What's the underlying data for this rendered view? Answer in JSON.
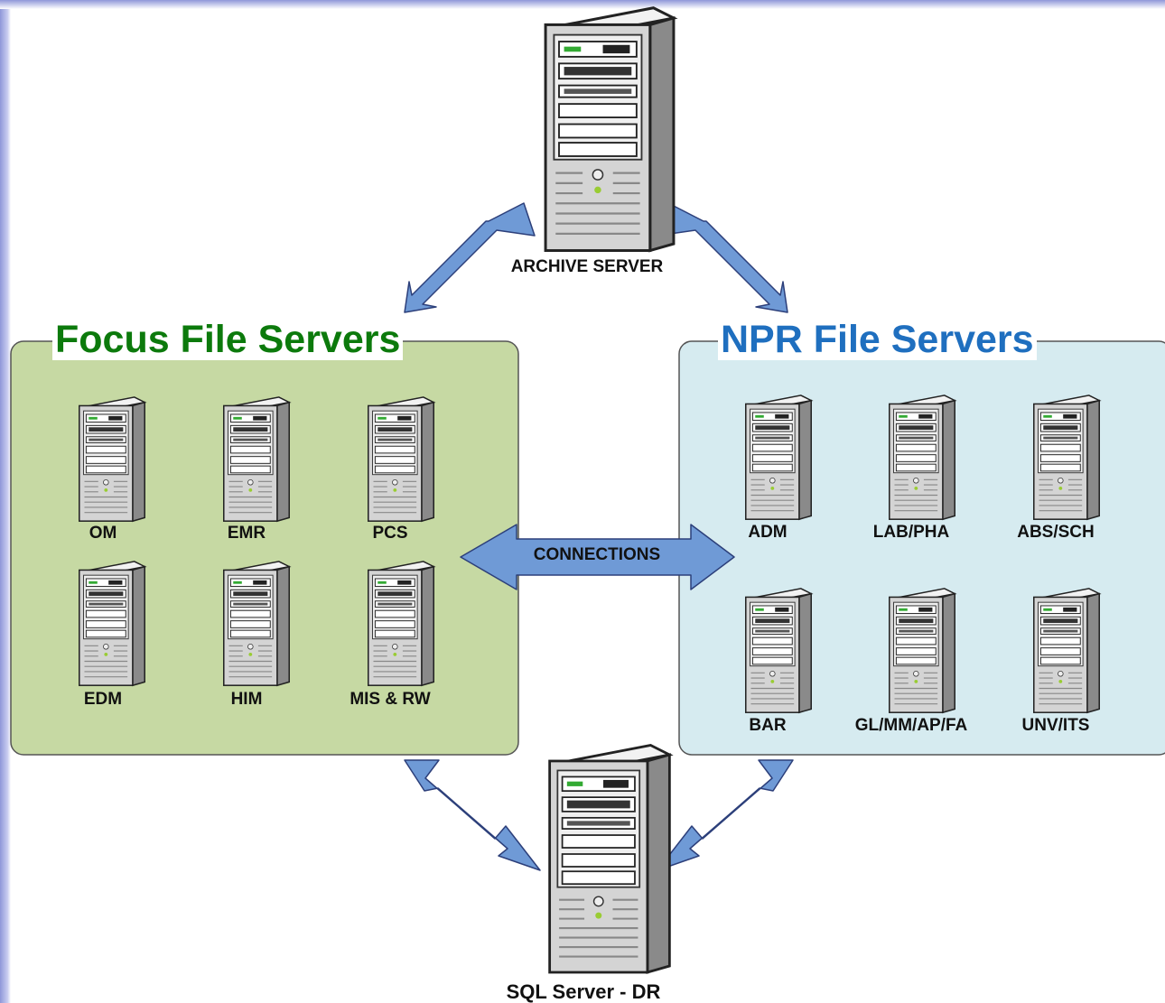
{
  "groups": {
    "focus": {
      "title": "Focus File Servers",
      "title_color": "#0c7a0c",
      "fill": "#c6d9a3",
      "servers": [
        "OM",
        "EMR",
        "PCS",
        "EDM",
        "HIM",
        "MIS & RW"
      ]
    },
    "npr": {
      "title": "NPR File Servers",
      "title_color": "#1f6fbf",
      "fill": "#d6ebf0",
      "servers": [
        "ADM",
        "LAB/PHA",
        "ABS/SCH",
        "BAR",
        "GL/MM/AP/FA",
        "UNV/ITS"
      ]
    }
  },
  "archive_server": {
    "label": "ARCHIVE SERVER"
  },
  "sql_server": {
    "label": "SQL Server - DR"
  },
  "connections": {
    "label": "CONNECTIONS"
  },
  "colors": {
    "arrow_fill": "#6f9ad6",
    "arrow_stroke": "#2c3f7a",
    "tower": "#d9d9d9"
  }
}
